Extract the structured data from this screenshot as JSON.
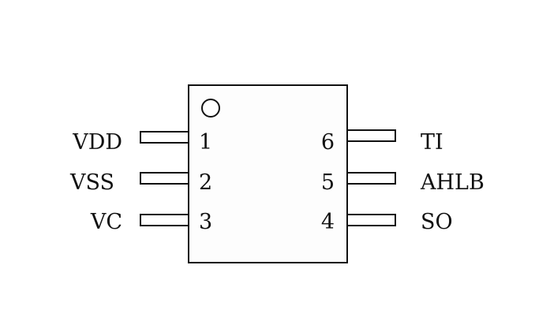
{
  "left_pins": [
    {
      "number": "1",
      "name": "VDD"
    },
    {
      "number": "2",
      "name": "VSS"
    },
    {
      "number": "3",
      "name": "VC"
    }
  ],
  "right_pins": [
    {
      "number": "6",
      "name": "TI"
    },
    {
      "number": "5",
      "name": "AHLB"
    },
    {
      "number": "4",
      "name": "SO"
    }
  ]
}
